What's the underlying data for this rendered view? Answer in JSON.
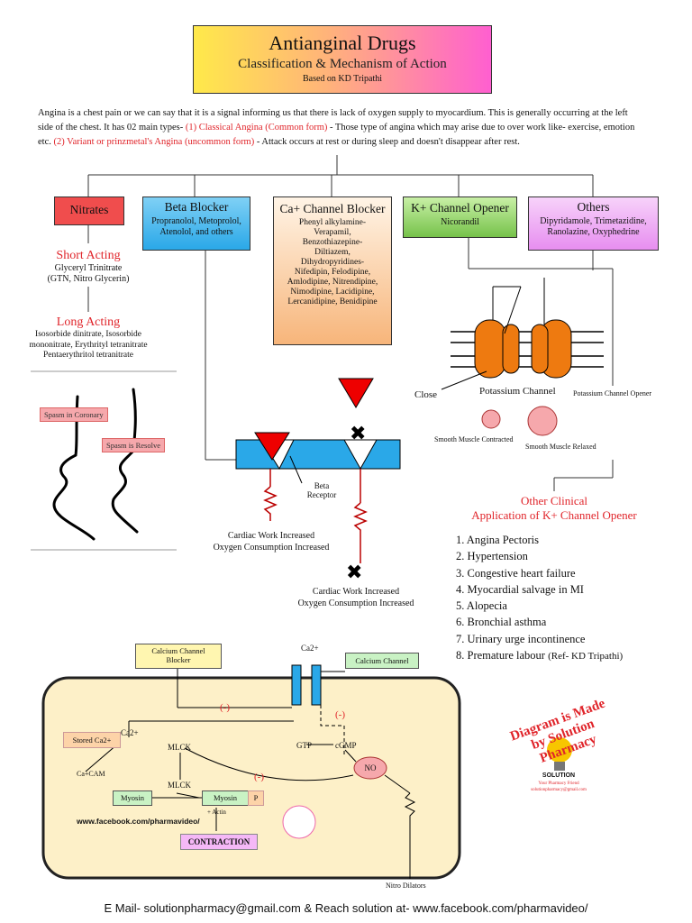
{
  "header": {
    "title": "Antianginal Drugs",
    "subtitle": "Classification & Mechanism of Action",
    "based_on": "Based on KD Tripathi"
  },
  "intro": {
    "part1": "Angina is a chest pain or we can say that it is a signal informing us that there is lack of oxygen supply to myocardium. This is generally occurring at the left side of the chest. It has 02 main types-",
    "type1": "(1) Classical Angina (Common form)",
    "part2": "- Those type of angina which may arise due to over work like- exercise, emotion etc.",
    "type2": "(2) Variant or prinzmetal's Angina (uncommon form)",
    "part3": "- Attack occurs",
    "part4": "at rest or during sleep and doesn't disappear",
    "part5": "after rest."
  },
  "classes": {
    "nitrates": {
      "name": "Nitrates"
    },
    "beta": {
      "name": "Beta Blocker",
      "drugs": "Propranolol, Metoprolol, Atenolol, and others"
    },
    "ca": {
      "name": "Ca+ Channel Blocker",
      "drugs": [
        "Phenyl alkylamine-",
        "Verapamil,",
        "Benzothiazepine-",
        "Diltiazem,",
        "Dihydropyridines-",
        "Nifedipin, Felodipine,",
        "Amlodipine, Nitrendipine,",
        "Nimodipine, Lacidipine,",
        "Lercanidipine, Benidipine"
      ]
    },
    "k": {
      "name": "K+ Channel Opener",
      "drugs": "Nicorandil"
    },
    "others": {
      "name": "Others",
      "drugs": "Dipyridamole, Trimetazidine, Ranolazine, Oxyphedrine"
    }
  },
  "nitrates_detail": {
    "short_label": "Short Acting",
    "short_drugs": [
      "Glyceryl Trinitrate",
      "(GTN, Nitro Glycerin)"
    ],
    "long_label": "Long Acting",
    "long_drugs": [
      "Isosorbide dinitrate, Isosorbide",
      "mononitrate, Erythrityl tetranitrate",
      "Pentaerythritol tetranitrate"
    ],
    "spasm_coronary": "Spasm in Coronary",
    "spasm_resolve": "Spasm is Resolve"
  },
  "beta_diagram": {
    "receptor": [
      "Beta",
      "Receptor"
    ],
    "cardiac1": [
      "Cardiac Work Increased",
      "Oxygen Consumption Increased"
    ],
    "cardiac2": [
      "Cardiac Work Increased",
      "Oxygen Consumption Increased"
    ]
  },
  "k_diagram": {
    "close": "Close",
    "potassium_channel": "Potassium Channel",
    "opener": "Potassium Channel Opener",
    "contracted": "Smooth Muscle Contracted",
    "relaxed": "Smooth Muscle Relaxed"
  },
  "clinical": {
    "title1": "Other Clinical",
    "title2": "Application of K+ Channel Opener",
    "items": [
      "1.  Angina Pectoris",
      "2.  Hypertension",
      "3.  Congestive heart failure",
      "4.  Myocardial salvage in MI",
      "5.  Alopecia",
      "6.  Bronchial asthma",
      "7.  Urinary urge incontinence",
      "8.  Premature labour"
    ],
    "ref": "(Ref- KD Tripathi)"
  },
  "cell": {
    "ccb": [
      "Calcium Channel",
      "Blocker"
    ],
    "ca2": "Ca2+",
    "calcium_channel": "Calcium Channel",
    "minus": "(-)",
    "stored": "Stored Ca2+",
    "ca2b": "Ca2+",
    "cacam": "Ca+CAM",
    "mlck": "MLCK",
    "mlck2": "MLCK",
    "gtp": "GTP",
    "cgmp": "cGMP",
    "no": "NO",
    "myosin": "Myosin",
    "myosin2": "Myosin",
    "p": "P",
    "actin": "+ Actin",
    "fb": "www.facebook.com/pharmavideo/",
    "contraction": "CONTRACTION",
    "nitro": "Nitro Dilators"
  },
  "badge": {
    "ring": "Diagram is Made by Solution Pharmacy",
    "name": "SOLUTION",
    "tag": "Your Pharmacy Friend",
    "email": "solutionpharmacy@gmail.com"
  },
  "footer": "E Mail- solutionpharmacy@gmail.com & Reach solution at- www.facebook.com/pharmavideo/"
}
